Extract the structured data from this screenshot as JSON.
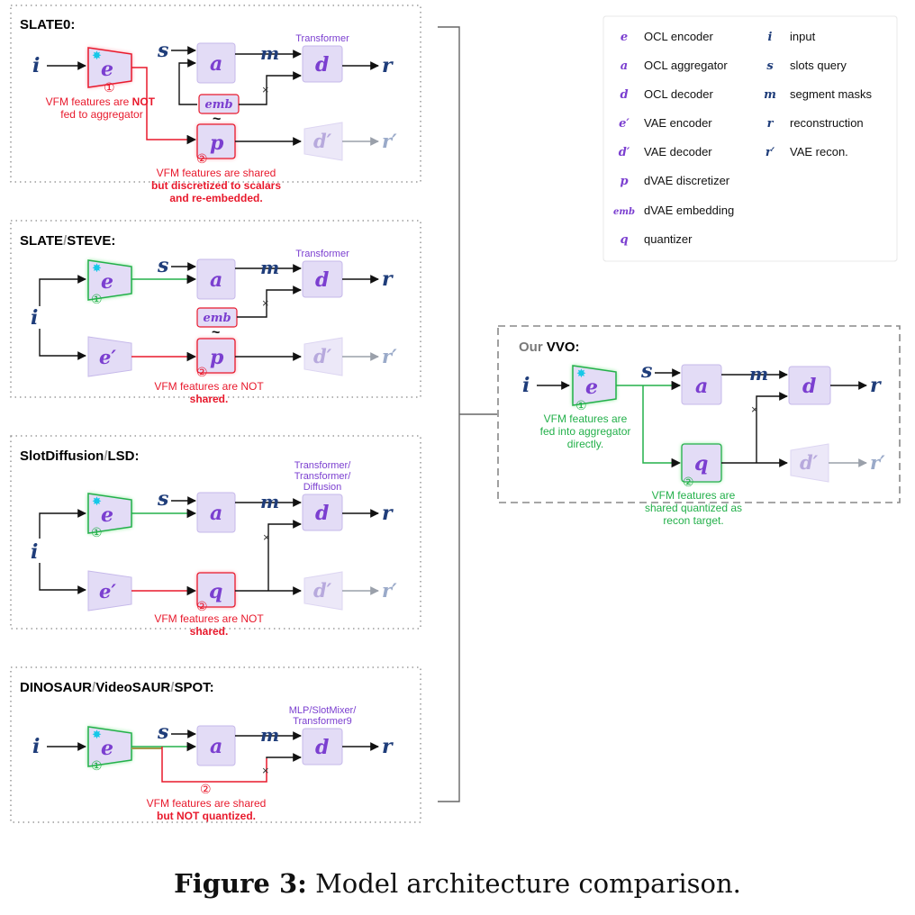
{
  "colors": {
    "box_fill": "#e3dcf6",
    "box_stroke": "#c6b9ea",
    "sym_purple": "#7b3fd0",
    "sym_blue": "#1f3d7a",
    "red": "#e8192c",
    "green": "#23b04a",
    "cyan_star": "#16c8e8",
    "faded": "#b7a9dd",
    "faded_blue": "#9aaac9"
  },
  "panels": {
    "slate0": {
      "title": "SLATE0:",
      "transformer_label": "Transformer",
      "note1": [
        "VFM features are ",
        "NOT",
        " fed to aggregator"
      ],
      "note2_line1": "VFM features are shared",
      "note2_line2": "but discretized to scalars",
      "note2_line3": "and re-embedded."
    },
    "slate_steve": {
      "title_a": "SLATE",
      "title_sep": "/",
      "title_b": "STEVE",
      "title_end": ":",
      "transformer_label": "Transformer",
      "note_line1": "VFM features are NOT",
      "note_line2": "shared."
    },
    "slotdiffusion": {
      "title_a": "SlotDiffusion",
      "title_sep": "/",
      "title_b": "LSD",
      "title_end": ":",
      "label_line1": "Transformer/",
      "label_line2": "Transformer/",
      "label_line3": "Diffusion",
      "note_line1": "VFM features are NOT",
      "note_line2": "shared."
    },
    "dinosaur": {
      "title_a": "DINOSAUR",
      "title_sep1": "/",
      "title_b": "VideoSAUR",
      "title_sep2": "/",
      "title_c": "SPOT",
      "title_end": ":",
      "label_line1": "MLP/SlotMixer/",
      "label_line2": "Transformer9",
      "note_line1": "VFM features are shared",
      "note_line2": "but NOT quantized."
    },
    "vvo": {
      "title_a": "Our ",
      "title_b": "VVO",
      "title_end": ":",
      "note1_line1": "VFM features are",
      "note1_line2": "fed into aggregator",
      "note1_line3": "directly.",
      "note2_line1": "VFM features are",
      "note2_line2": "shared quantized as",
      "note2_line3": "recon target."
    }
  },
  "symbols": {
    "i": "i",
    "e": "e",
    "e_prime": "e′",
    "s": "s",
    "a": "a",
    "m": "m",
    "d": "d",
    "d_prime": "d′",
    "r": "r",
    "r_prime": "r′",
    "p": "p",
    "q": "q",
    "emb": "emb",
    "tilde": "~",
    "cross": "×",
    "circ1": "①",
    "circ2": "②"
  },
  "legend": {
    "left": [
      {
        "sym": "e",
        "label": "OCL encoder"
      },
      {
        "sym": "a",
        "label": "OCL aggregator"
      },
      {
        "sym": "d",
        "label": "OCL decoder"
      },
      {
        "sym": "e′",
        "label": "VAE encoder"
      },
      {
        "sym": "d′",
        "label": "VAE decoder"
      },
      {
        "sym": "p",
        "label": "dVAE discretizer"
      },
      {
        "sym": "emb",
        "label": "dVAE embedding"
      },
      {
        "sym": "q",
        "label": "quantizer"
      }
    ],
    "right": [
      {
        "sym": "i",
        "label": "input"
      },
      {
        "sym": "s",
        "label": "slots query"
      },
      {
        "sym": "m",
        "label": "segment masks"
      },
      {
        "sym": "r",
        "label": "reconstruction"
      },
      {
        "sym": "r′",
        "label": "VAE recon."
      }
    ]
  },
  "caption": {
    "label": "Figure 3:",
    "text": "Model architecture comparison."
  }
}
